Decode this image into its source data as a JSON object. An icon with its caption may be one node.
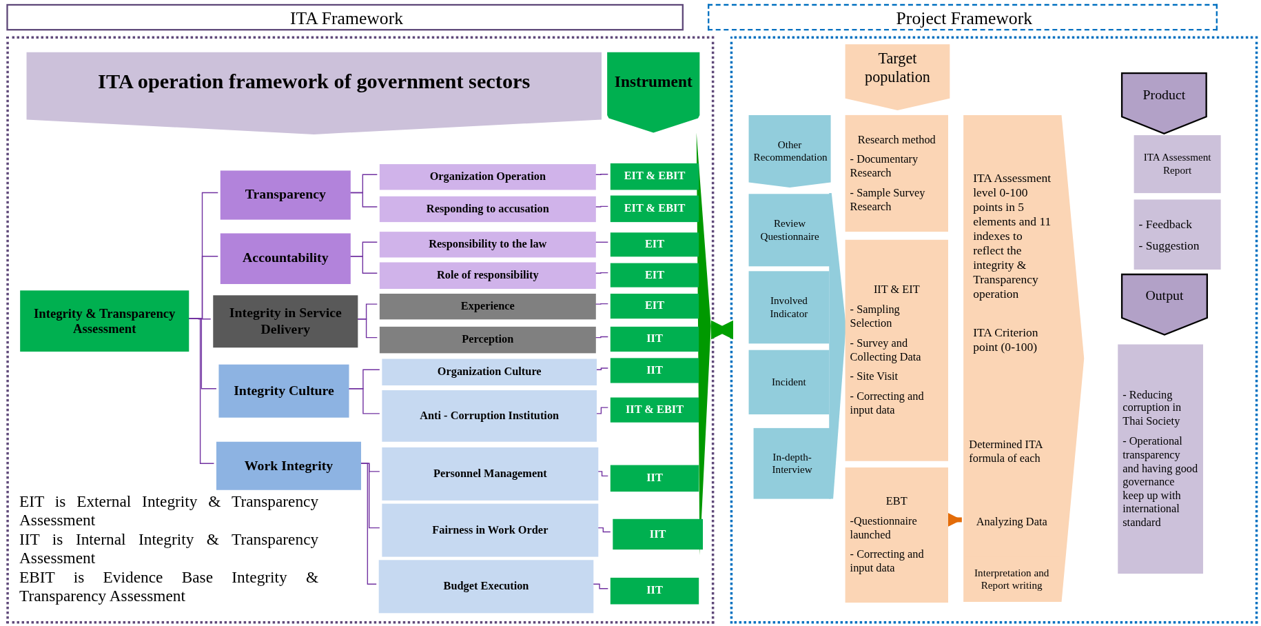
{
  "diagram": {
    "nodes": [
      {
        "text": [
          "ITA Framework"
        ]
      },
      {
        "text": [],
        "shape": "box"
      },
      {
        "text": [
          "ITA operation framework of government sectors"
        ],
        "in": 1
      },
      {
        "text": [
          "Instrument"
        ],
        "in": 1
      },
      {
        "text": [
          "Integrity & Transparency Assessment"
        ],
        "in": 1
      },
      {
        "text": [
          "Transparency"
        ],
        "in": 1
      },
      {
        "text": [
          "Accountability"
        ],
        "in": 1
      },
      {
        "text": [
          "Integrity in Service Delivery"
        ],
        "in": 1
      },
      {
        "text": [
          "Integrity Culture"
        ],
        "in": 1
      },
      {
        "text": [
          "Work Integrity"
        ],
        "in": 1
      },
      {
        "text": [
          "Organization Operation"
        ],
        "in": 1
      },
      {
        "text": [
          "Responding to accusation"
        ],
        "in": 1
      },
      {
        "text": [
          "Responsibility to the law"
        ],
        "in": 1
      },
      {
        "text": [
          "Role of responsibility"
        ],
        "in": 1
      },
      {
        "text": [
          "Experience"
        ],
        "in": 1
      },
      {
        "text": [
          "Perception"
        ],
        "in": 1
      },
      {
        "text": [
          "Organization Culture"
        ],
        "in": 1
      },
      {
        "text": [
          "Anti - Corruption Institution"
        ],
        "in": 1
      },
      {
        "text": [
          "Personnel Management"
        ],
        "in": 1
      },
      {
        "text": [
          "Fairness in Work Order"
        ],
        "in": 1
      },
      {
        "text": [
          "Budget Execution"
        ],
        "in": 1
      },
      {
        "text": [
          "EIT & EBIT"
        ],
        "in": 1
      },
      {
        "text": [
          "EIT & EBIT"
        ],
        "in": 1
      },
      {
        "text": [
          "EIT"
        ],
        "in": 1
      },
      {
        "text": [
          "EIT"
        ],
        "in": 1
      },
      {
        "text": [
          "EIT"
        ],
        "in": 1
      },
      {
        "text": [
          "IIT"
        ],
        "in": 1
      },
      {
        "text": [
          "IIT"
        ],
        "in": 1
      },
      {
        "text": [
          "IIT & EBIT"
        ],
        "in": 1
      },
      {
        "text": [
          "IIT"
        ],
        "in": 1
      },
      {
        "text": [
          "IIT"
        ],
        "in": 1
      },
      {
        "text": [
          "IIT"
        ],
        "in": 1
      },
      {
        "text": [
          "Project Framework"
        ]
      },
      {
        "text": [],
        "shape": "box"
      },
      {
        "text": [
          "Target population"
        ],
        "in": 33
      },
      {
        "text": [
          "Other Recommendation"
        ],
        "in": 33
      },
      {
        "text": [
          "Review Questionnaire"
        ],
        "in": 33
      },
      {
        "text": [
          "Involved Indicator"
        ],
        "in": 33
      },
      {
        "text": [
          "Incident"
        ],
        "in": 33
      },
      {
        "text": [
          "In-depth-Interview"
        ],
        "in": 33
      },
      {
        "text": [
          "Research method",
          "- Documentary Research",
          "- Sample Survey Research"
        ],
        "in": 33
      },
      {
        "text": [
          "IIT & EIT",
          "- Sampling Selection",
          "- Survey and Collecting Data",
          "- Site Visit",
          "- Correcting and input data"
        ],
        "in": 33
      },
      {
        "text": [
          "EBT",
          "-Questionnaire launched",
          "- Correcting and input data"
        ],
        "in": 33
      },
      {
        "text": [
          "ITA Assessment level 0-100 points in 5 elements and 11 indexes to reflect the integrity & Transparency operation",
          "ITA Criterion point (0-100)"
        ],
        "in": 33
      },
      {
        "text": [
          "Determined ITA formula of each"
        ],
        "in": 43
      },
      {
        "text": [
          "Analyzing Data"
        ],
        "in": 43
      },
      {
        "text": [
          "Interpretation and Report writing"
        ],
        "in": 43
      },
      {
        "text": [
          "Product"
        ],
        "in": 33
      },
      {
        "text": [
          "ITA Assessment Report"
        ],
        "in": 33
      },
      {
        "text": [
          "- Feedback",
          "- Suggestion"
        ],
        "in": 33
      },
      {
        "text": [
          "Output"
        ],
        "in": 33
      },
      {
        "text": [
          "- Reducing corruption in Thai Society",
          "- Operational transparency and having good governance keep up with international standard"
        ],
        "in": 33
      }
    ],
    "edges": [
      {
        "from": 4,
        "to": 5,
        "arrow": "none"
      },
      {
        "from": 4,
        "to": 6,
        "arrow": "none"
      },
      {
        "from": 4,
        "to": 7,
        "arrow": "none"
      },
      {
        "from": 4,
        "to": 8,
        "arrow": "none"
      },
      {
        "from": 4,
        "to": 9,
        "arrow": "none"
      },
      {
        "from": 5,
        "to": 10,
        "arrow": "none"
      },
      {
        "from": 5,
        "to": 11,
        "arrow": "none"
      },
      {
        "from": 6,
        "to": 12,
        "arrow": "none"
      },
      {
        "from": 6,
        "to": 13,
        "arrow": "none"
      },
      {
        "from": 7,
        "to": 14,
        "arrow": "none"
      },
      {
        "from": 7,
        "to": 15,
        "arrow": "none"
      },
      {
        "from": 8,
        "to": 16,
        "arrow": "none"
      },
      {
        "from": 8,
        "to": 17,
        "arrow": "none"
      },
      {
        "from": 9,
        "to": 18,
        "arrow": "none"
      },
      {
        "from": 9,
        "to": 19,
        "arrow": "none"
      },
      {
        "from": 9,
        "to": 20,
        "arrow": "none"
      },
      {
        "from": 10,
        "to": 21,
        "arrow": "none"
      },
      {
        "from": 11,
        "to": 22,
        "arrow": "none"
      },
      {
        "from": 12,
        "to": 23,
        "arrow": "none"
      },
      {
        "from": 13,
        "to": 24,
        "arrow": "none"
      },
      {
        "from": 14,
        "to": 25,
        "arrow": "none"
      },
      {
        "from": 15,
        "to": 26,
        "arrow": "none"
      },
      {
        "from": 16,
        "to": 27,
        "arrow": "none"
      },
      {
        "from": 17,
        "to": 28,
        "arrow": "none"
      },
      {
        "from": 18,
        "to": 29,
        "arrow": "none"
      },
      {
        "from": 19,
        "to": 30,
        "arrow": "none"
      },
      {
        "from": 20,
        "to": 31,
        "arrow": "none"
      },
      {
        "from": 1,
        "to": 33,
        "arrow": "both",
        "style": "thick",
        "color": "#00a000"
      },
      {
        "from": 42,
        "to": 45,
        "arrow": "to",
        "style": "thick",
        "color": "#e36c09"
      }
    ],
    "labels": [
      "EIT is External Integrity & Transparency Assessment",
      "IIT is Internal Integrity & Transparency Assessment",
      "EBIT is Evidence Base Integrity & Transparency Assessment"
    ]
  }
}
